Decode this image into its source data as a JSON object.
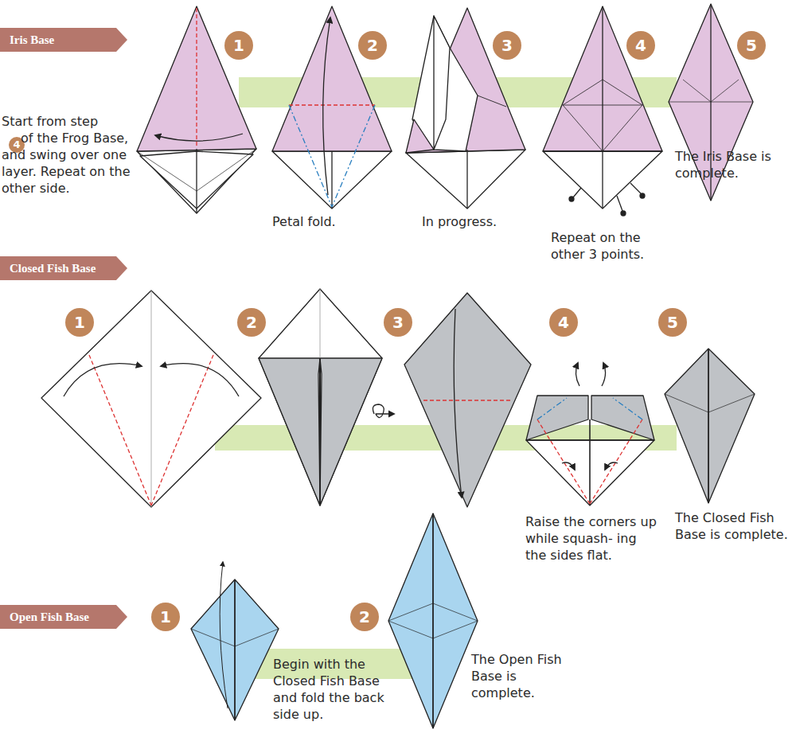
{
  "diagram": {
    "nodes": [
      {
        "text": [
          "Iris Base"
        ]
      },
      {
        "text": [
          "1"
        ]
      },
      {
        "text": [
          "2"
        ]
      },
      {
        "text": [
          "3"
        ]
      },
      {
        "text": [
          "4"
        ]
      },
      {
        "text": [
          "5"
        ]
      },
      {
        "text": [
          "4"
        ]
      },
      {
        "text": [
          "Closed Fish Base"
        ]
      },
      {
        "text": [
          "1"
        ]
      },
      {
        "text": [
          "2"
        ]
      },
      {
        "text": [
          "3"
        ]
      },
      {
        "text": [
          "4"
        ]
      },
      {
        "text": [
          "5"
        ]
      },
      {
        "text": [
          "Open Fish Base"
        ]
      },
      {
        "text": [
          "1"
        ]
      },
      {
        "text": [
          "2"
        ]
      }
    ],
    "labels": [
      "Start from step",
      "of the Frog Base, and swing over one layer. Repeat on the other side.",
      "Petal fold.",
      "In progress.",
      "Repeat on the other 3 points.",
      "The Iris Base is complete.",
      "Raise the corners up while squash- ing the sides flat.",
      "The Closed Fish Base is complete.",
      "Begin with the Closed Fish Base and fold the back side up.",
      "The Open Fish Base is complete."
    ]
  }
}
